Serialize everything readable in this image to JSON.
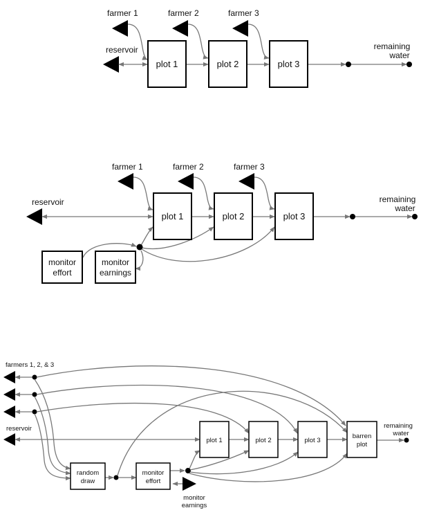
{
  "diagram_1": {
    "farmer_1": "farmer 1",
    "farmer_2": "farmer 2",
    "farmer_3": "farmer 3",
    "reservoir": "reservoir",
    "plot_1": "plot 1",
    "plot_2": "plot 2",
    "plot_3": "plot 3",
    "remaining_water": [
      "remaining",
      "water"
    ]
  },
  "diagram_2": {
    "farmer_1": "farmer 1",
    "farmer_2": "farmer 2",
    "farmer_3": "farmer 3",
    "reservoir": "reservoir",
    "plot_1": "plot 1",
    "plot_2": "plot 2",
    "plot_3": "plot 3",
    "remaining_water": [
      "remaining",
      "water"
    ],
    "monitor_effort": [
      "monitor",
      "effort"
    ],
    "monitor_earnings": [
      "monitor",
      "earnings"
    ]
  },
  "diagram_3": {
    "farmers": "farmers 1, 2, & 3",
    "reservoir": "reservoir",
    "plot_1": "plot 1",
    "plot_2": "plot 2",
    "plot_3": "plot 3",
    "barren_plot": [
      "barren",
      "plot"
    ],
    "remaining_water": [
      "remaining",
      "water"
    ],
    "random_draw": [
      "random",
      "draw"
    ],
    "monitor_effort": [
      "monitor",
      "effort"
    ],
    "monitor_earnings": [
      "monitor",
      "earnings"
    ]
  }
}
